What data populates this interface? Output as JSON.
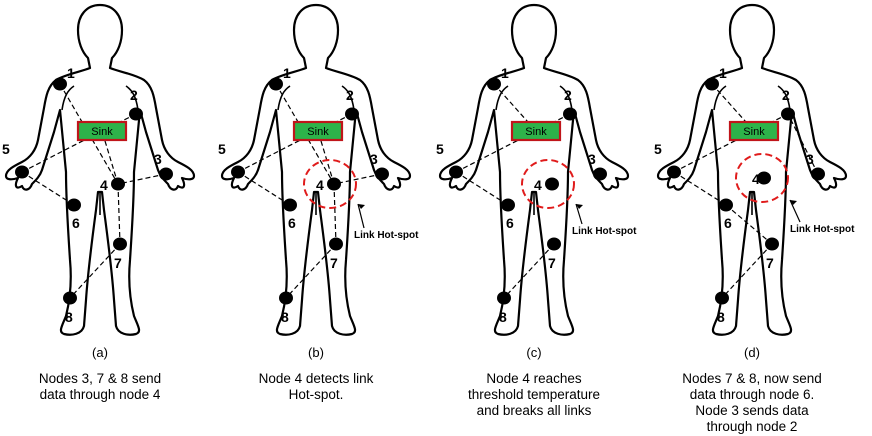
{
  "colors": {
    "sink_fill": "#2db34a",
    "sink_border": "#c0151a",
    "hotspot": "#e01b1b",
    "node": "#000000"
  },
  "sink_label": "Sink",
  "hotspot_label": "Link Hot-spot",
  "panels": [
    {
      "letter": "(a)",
      "caption": [
        "Nodes 3, 7 & 8 send",
        "data through node 4"
      ],
      "node_labels": [
        "1",
        "2",
        "3",
        "4",
        "5",
        "6",
        "7",
        "8"
      ],
      "hotspot": false
    },
    {
      "letter": "(b)",
      "caption": [
        "Node 4 detects link",
        "Hot-spot."
      ],
      "node_labels": [
        "1",
        "2",
        "3",
        "4",
        "5",
        "6",
        "7",
        "8"
      ],
      "hotspot": true
    },
    {
      "letter": "(c)",
      "caption": [
        "Node 4 reaches",
        "threshold temperature",
        "and breaks all links"
      ],
      "node_labels": [
        "1",
        "2",
        "3",
        "4",
        "5",
        "6",
        "7",
        "8"
      ],
      "hotspot": true
    },
    {
      "letter": "(d)",
      "caption": [
        "Nodes 7 & 8, now send",
        "data through node 6.",
        "Node 3 sends data",
        "through node 2"
      ],
      "node_labels": [
        "1",
        "2",
        "3",
        "4",
        "5",
        "6",
        "7",
        "8"
      ],
      "hotspot": true
    }
  ]
}
